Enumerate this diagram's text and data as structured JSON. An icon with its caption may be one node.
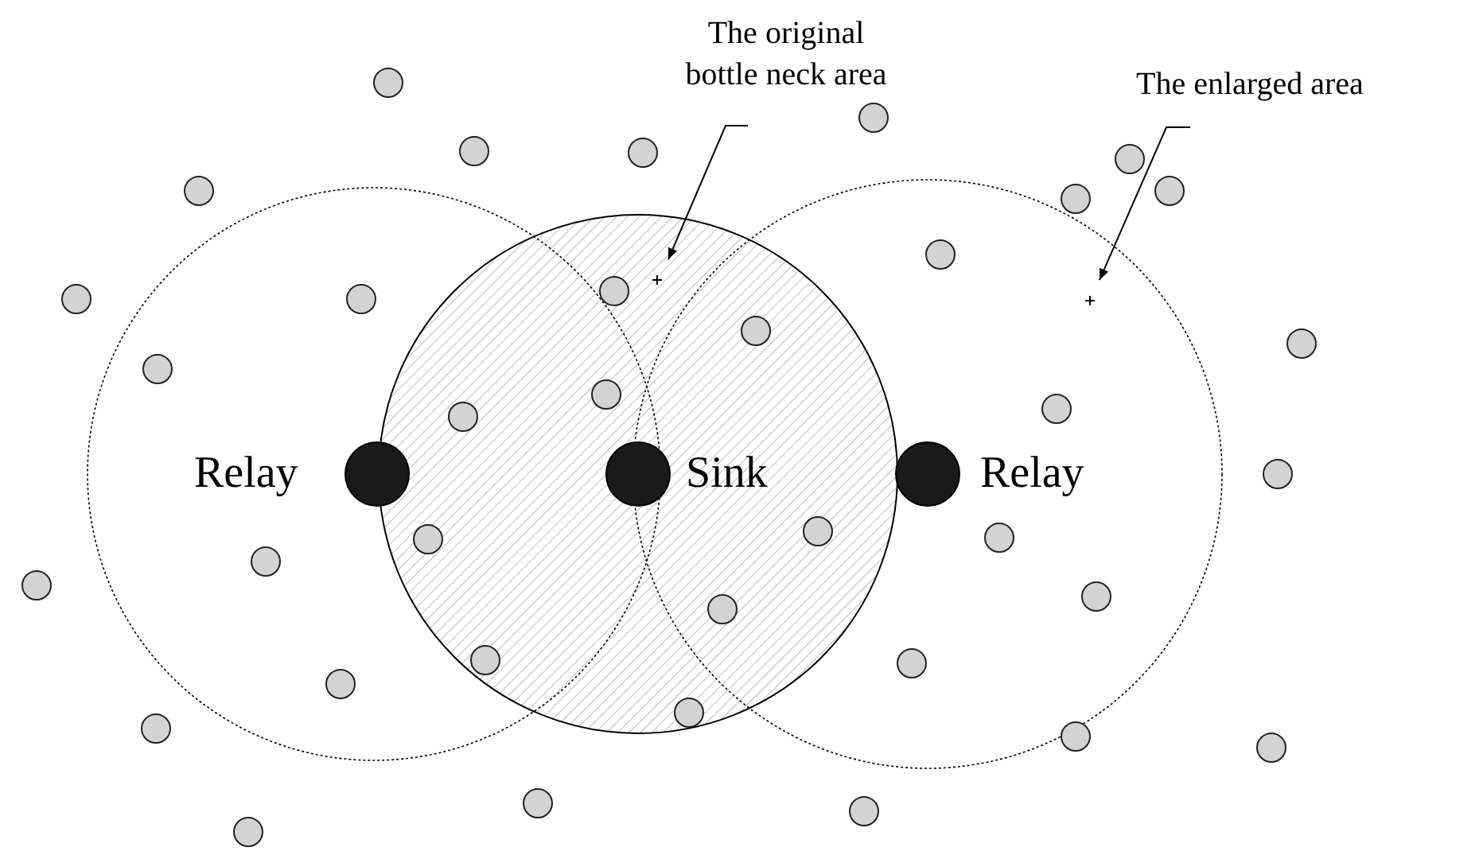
{
  "diagram": {
    "nodes": [
      {
        "text": [
          "The original bottle neck area"
        ]
      },
      {
        "text": [
          "The enlarged area"
        ]
      }
    ],
    "edges": [
      {
        "from": 0,
        "to": null,
        "arrow": "to"
      },
      {
        "from": 1,
        "to": null,
        "arrow": "to"
      }
    ],
    "labels": [
      "Relay",
      "Sink",
      "Relay"
    ]
  }
}
